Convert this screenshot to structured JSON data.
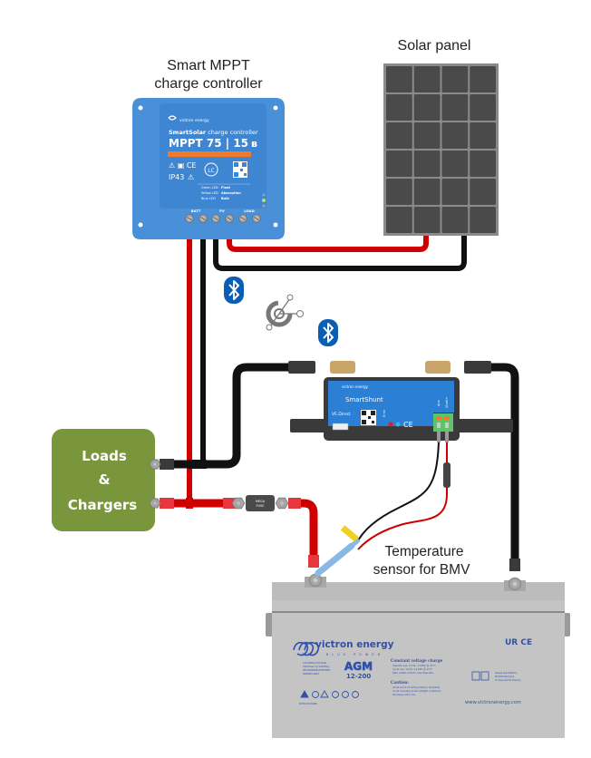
{
  "labels": {
    "controller_line1": "Smart MPPT",
    "controller_line2": "charge controller",
    "solar_panel": "Solar panel",
    "loads_line1": "Loads",
    "loads_line2": "&",
    "loads_line3": "Chargers",
    "temp_line1": "Temperature",
    "temp_line2": "sensor for BMV"
  },
  "controller": {
    "brand": "victron energy",
    "product_line_bold": "SmartSolar",
    "product_line_rest": " charge controller",
    "model": "MPPT 75 | 15",
    "ip_rating": "IP43",
    "ul_mark": "LC",
    "led_legend": [
      {
        "led": "Green LED",
        "state": "Float"
      },
      {
        "led": "Yellow LED",
        "state": "Absorption"
      },
      {
        "led": "Blue LED",
        "state": "Bulk"
      }
    ],
    "terminal_groups": [
      "BATT",
      "PV",
      "LOAD"
    ],
    "body_color": "#4a90d9",
    "stripe_color": "#f07a2a"
  },
  "solar_panel": {
    "rows": 6,
    "cols": 4,
    "cell_color": "#4a4a4a",
    "frame_color": "#8a8a8a"
  },
  "shunt": {
    "brand": "victron energy",
    "name": "SmartShunt",
    "port_label": "VE.Direct",
    "error_label": "Error",
    "aux_label": "Aux",
    "vbatt_label": "Vbatt+",
    "ce_mark": "CE"
  },
  "fuse": {
    "line1": "MEGA",
    "line2": "FUSE"
  },
  "battery": {
    "brand": "victron energy",
    "tagline": "BLUE POWER",
    "type": "AGM",
    "model": "12-200",
    "spec_lines": [
      "12V/200Ah(C20) Rate",
      "AGM Deep Cycle Battery",
      "RECHARGEABLE BATTERY",
      "NONSPILLABLE"
    ],
    "charge_title": "Constant voltage charge",
    "charge_lines": [
      "Standby use: 13.50~13.80V @ 25°C",
      "Cycle use: 14.50~14.90V @ 25°C",
      "Max. initial current: less than 40A"
    ],
    "caution_title": "Caution:",
    "caution_lines": [
      "Avoid short-circuiting battery terminals",
      "Avoid charging under airtight conditions",
      "Recharge after use"
    ],
    "recycle_lines": [
      "Sealed Lead Battery",
      "Must Be Recycled",
      "Or Disposed Of Properly"
    ],
    "part_number": "BAT412120080",
    "website": "www.victronenergy.com",
    "cert_marks": "UR  CE"
  },
  "colors": {
    "positive_wire": "#d00000",
    "negative_wire": "#111111",
    "loads_box": "#7a963c",
    "bluetooth": "#0a5fb4",
    "battery_case": "#c4c4c4"
  },
  "icons": [
    "bluetooth-icon",
    "bluetooth-icon",
    "victron-connect-icon"
  ]
}
